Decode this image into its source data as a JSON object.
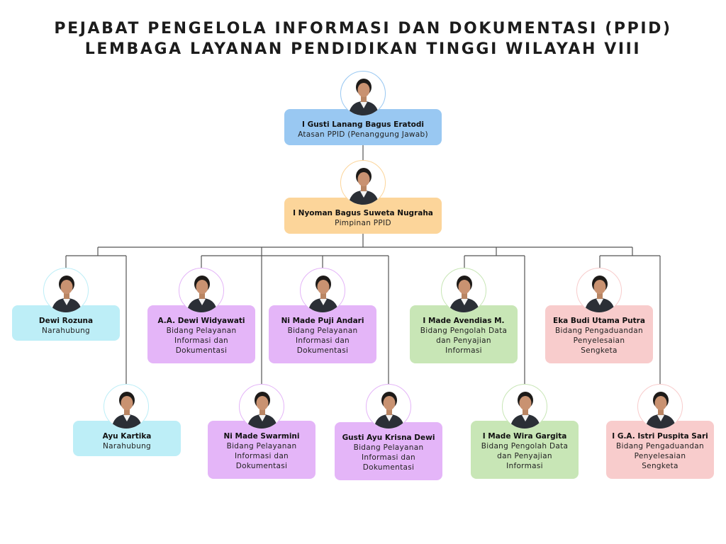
{
  "title": {
    "line1": "PEJABAT PENGELOLA INFORMASI DAN DOKUMENTASI (PPID)",
    "line2": "LEMBAGA LAYANAN PENDIDIKAN TINGGI WILAYAH VIII"
  },
  "colors": {
    "atasan": "#99c8f2",
    "pimpinan": "#fcd59a",
    "narahubung": "#bdeef7",
    "pelayanan": "#e4b5f8",
    "pengolah": "#c8e6b6",
    "pengaduan": "#f8cccc",
    "connector": "#555555"
  },
  "people": {
    "atasan": {
      "name": "I Gusti Lanang Bagus Eratodi",
      "role": "Atasan PPID (Penanggung Jawab)"
    },
    "pimpinan": {
      "name": "I Nyoman Bagus Suweta Nugraha",
      "role": "Pimpinan PPID"
    },
    "dewi_rozuna": {
      "name": "Dewi Rozuna",
      "role": "Narahubung"
    },
    "ayu_kartika": {
      "name": "Ayu Kartika",
      "role": "Narahubung"
    },
    "widyawati": {
      "name": "A.A. Dewi Widyawati",
      "role": "Bidang Pelayanan\nInformasi dan\nDokumentasi"
    },
    "swarmini": {
      "name": "Ni Made Swarmini",
      "role": "Bidang Pelayanan\nInformasi dan\nDokumentasi"
    },
    "puji_andari": {
      "name": "Ni Made Puji Andari",
      "role": "Bidang Pelayanan\nInformasi dan\nDokumentasi"
    },
    "krisna_dewi": {
      "name": "Gusti Ayu Krisna Dewi",
      "role": "Bidang Pelayanan\nInformasi dan\nDokumentasi"
    },
    "avendias": {
      "name": "I Made Avendias M.",
      "role": "Bidang Pengolah Data\ndan Penyajian\nInformasi"
    },
    "wira_gargita": {
      "name": "I Made Wira Gargita",
      "role": "Bidang Pengolah Data\ndan Penyajian\nInformasi"
    },
    "eka_budi": {
      "name": "Eka Budi Utama Putra",
      "role": "Bidang Pengaduandan\nPenyelesaian\nSengketa"
    },
    "puspita_sari": {
      "name": "I G.A. Istri Puspita Sari",
      "role": "Bidang Pengaduandan\nPenyelesaian\nSengketa"
    }
  }
}
